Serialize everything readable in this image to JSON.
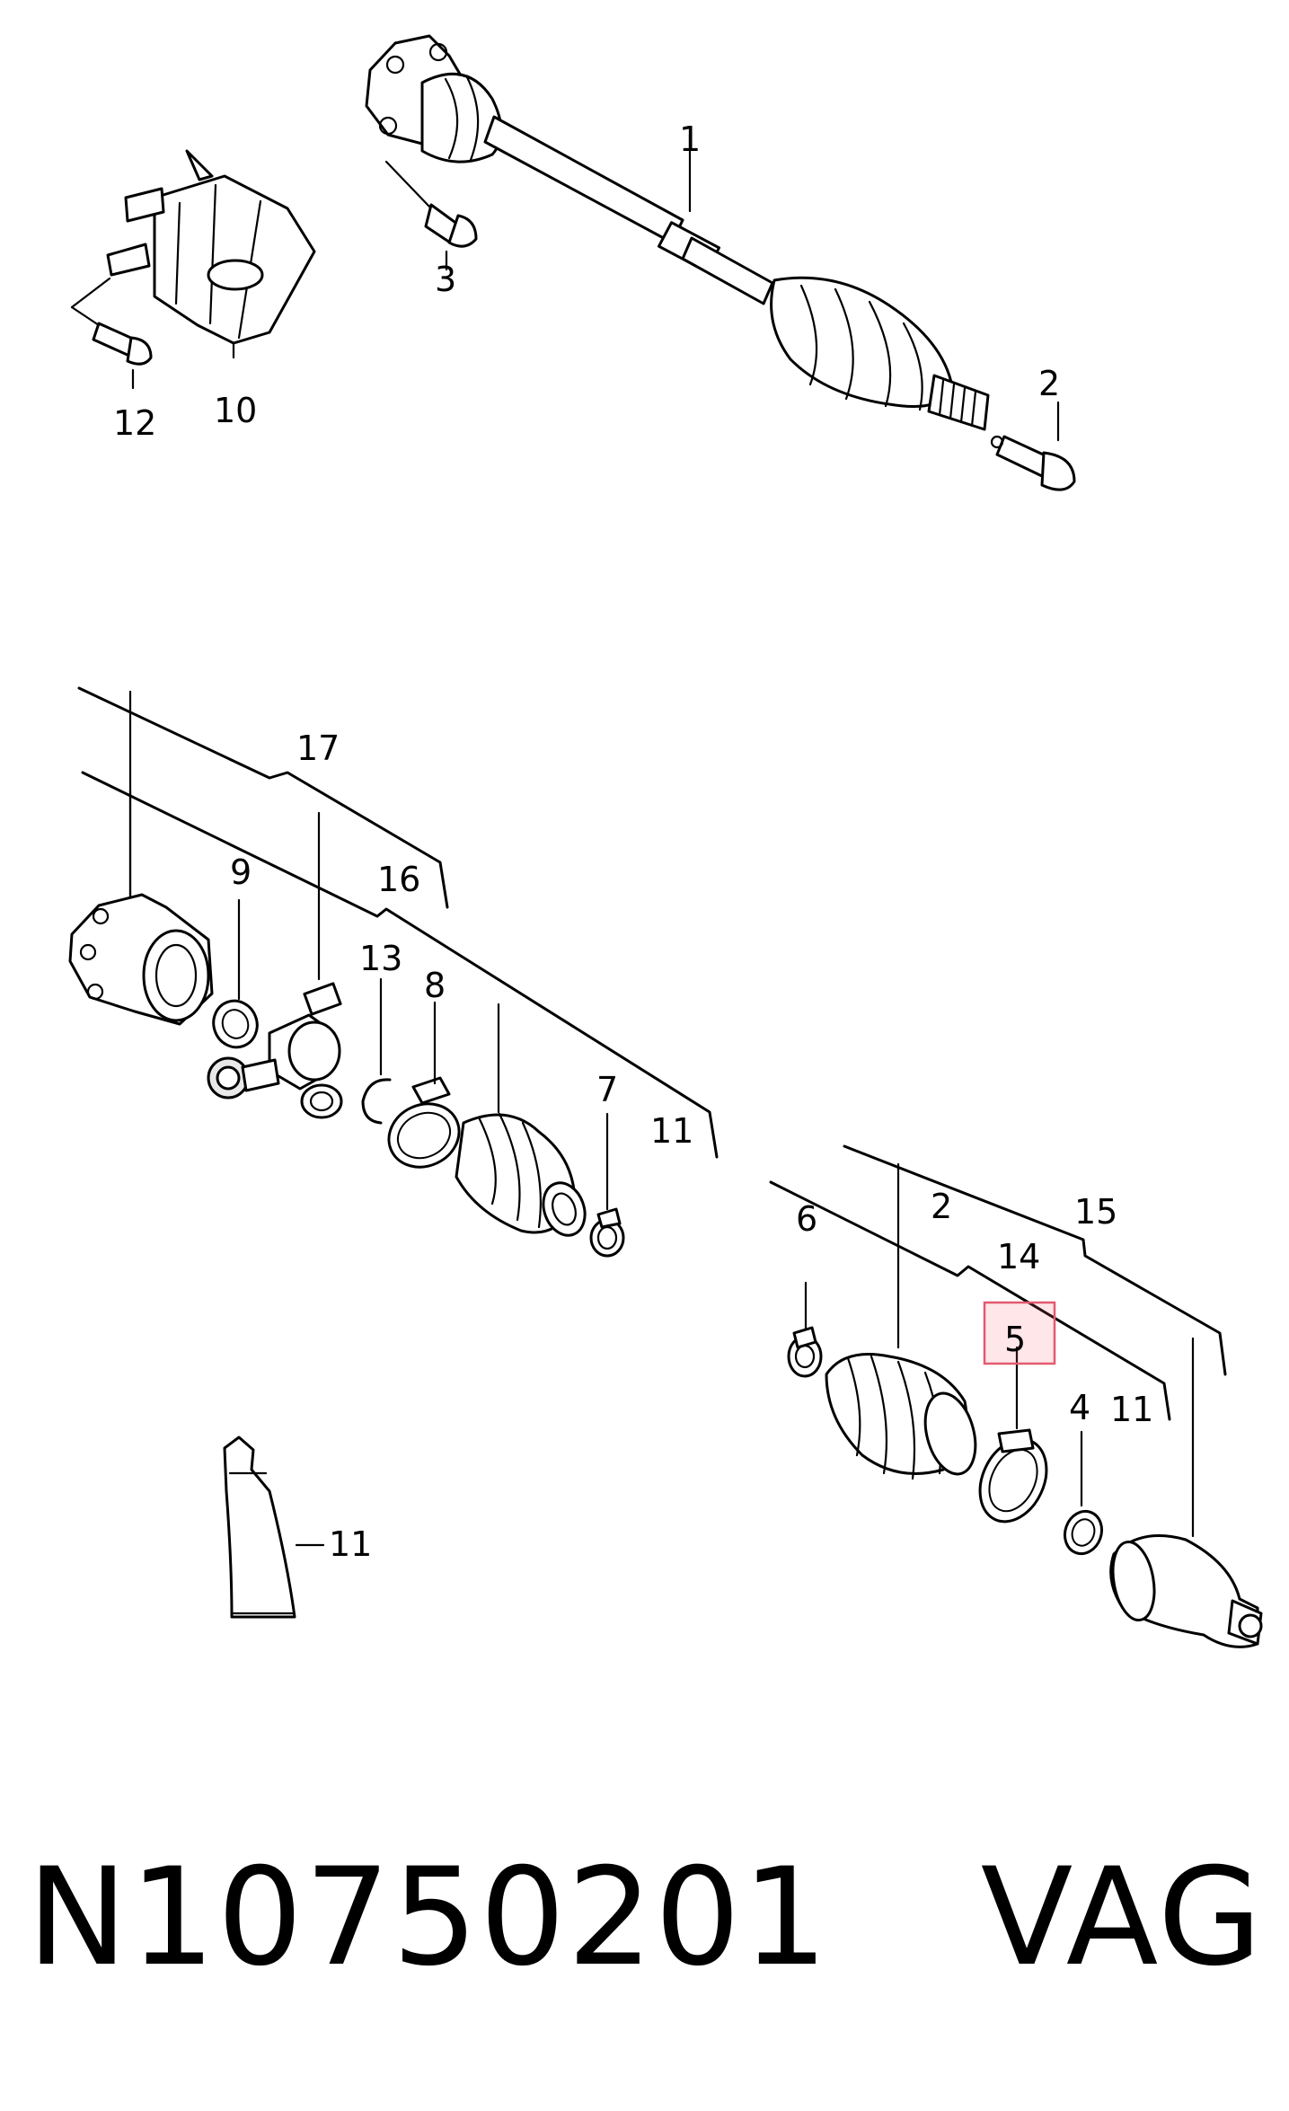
{
  "callouts": [
    {
      "id": "c1",
      "text": "1"
    },
    {
      "id": "c2a",
      "text": "2"
    },
    {
      "id": "c3",
      "text": "3"
    },
    {
      "id": "c10",
      "text": "10"
    },
    {
      "id": "c12",
      "text": "12"
    },
    {
      "id": "c17",
      "text": "17"
    },
    {
      "id": "c16",
      "text": "16"
    },
    {
      "id": "c9",
      "text": "9"
    },
    {
      "id": "c13",
      "text": "13"
    },
    {
      "id": "c8",
      "text": "8"
    },
    {
      "id": "c7",
      "text": "7"
    },
    {
      "id": "c11a",
      "text": "11"
    },
    {
      "id": "c2b",
      "text": "2"
    },
    {
      "id": "c15",
      "text": "15"
    },
    {
      "id": "c6",
      "text": "6"
    },
    {
      "id": "c14",
      "text": "14"
    },
    {
      "id": "c5",
      "text": "5"
    },
    {
      "id": "c11b",
      "text": "11"
    },
    {
      "id": "c4",
      "text": "4"
    },
    {
      "id": "c11c",
      "text": "11"
    }
  ],
  "highlighted_callout": "5",
  "footer": {
    "part_number": "N10750201",
    "brand": "VAG"
  },
  "colors": {
    "line": "#000000",
    "highlight": "#e25b6e"
  }
}
